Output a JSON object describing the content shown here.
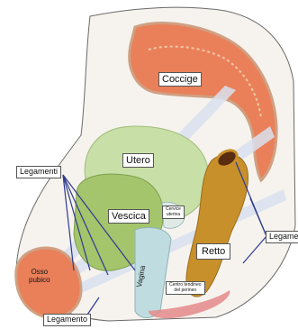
{
  "labels": {
    "coccyx": "Coccige",
    "uterus": "Utero",
    "bladder": "Vescica",
    "rectum": "Retto",
    "ligaments_left": "Legamenti",
    "ligaments_right": "Legamenti",
    "pubic_bone_line1": "Osso",
    "pubic_bone_line2": "pubico",
    "cervix_line1": "Cervice",
    "cervix_line2": "uterina",
    "vagina": "Vagina",
    "perineal_body_line1": "Centro tendineo",
    "perineal_body_line2": "del perineo",
    "ligament_bottom": "Legamento"
  },
  "colors": {
    "bone_fill": "#e9805a",
    "bone_rim": "#f2c9a8",
    "bone_edge": "#cfa082",
    "pelvis_fill": "#f4eee9",
    "outline": "#555555",
    "uterus": "#c9dfa8",
    "bladder": "#a5c56c",
    "rectum": "#c8902a",
    "vagina": "#bfdde0",
    "ligament_band": "#d9e2ef",
    "leader_line": "#2e3a8f",
    "perineum_pink": "#e48a8a"
  }
}
